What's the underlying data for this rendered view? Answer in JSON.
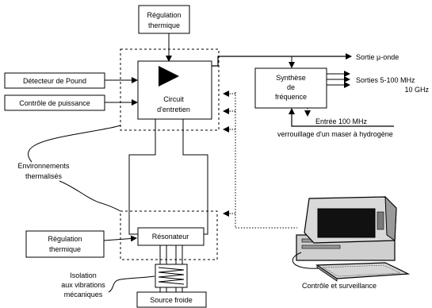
{
  "blocks": {
    "regulation_top": [
      "Régulation",
      "thermique"
    ],
    "pound": "Détecteur de Pound",
    "power": "Contrôle de puissance",
    "circuit": [
      "Circuit",
      "d'entretien"
    ],
    "synthesis": [
      "Synthèse",
      "de",
      "fréquence"
    ],
    "resonator": "Résonateur",
    "regulation_bottom": [
      "Régulation",
      "thermique"
    ],
    "cold_source": "Source froide"
  },
  "labels": {
    "microwave_out": "Sortie µ-onde",
    "outputs": [
      "Sorties 5-100 MHz",
      "10 GHz"
    ],
    "input_100": "Entrée 100 MHz",
    "maser": "verrouillage d'un maser à hydrogène",
    "thermalized": [
      "Environnements",
      "thermalisés"
    ],
    "isolation": [
      "Isolation",
      "aux vibrations",
      "mécaniques"
    ],
    "monitoring": "Contrôle et surveillance"
  },
  "icons": {
    "amplifier": "amplifier-triangle-icon",
    "computer": "computer-workstation-icon"
  }
}
